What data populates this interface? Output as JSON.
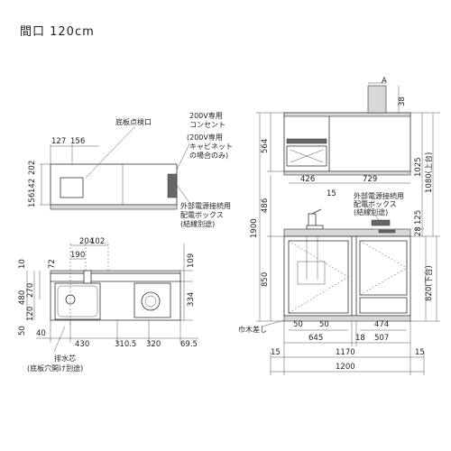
{
  "title": "間口 120cm",
  "notes": {
    "bottom_inspection": "底板点検口",
    "outlet_200v_1": "200V専用",
    "outlet_200v_2": "コンセント",
    "cabinet_200v_1": "(200V専用",
    "cabinet_200v_2": "キャビネット",
    "cabinet_200v_3": "の場合のみ)",
    "ext_box_1": "外部電源接続用",
    "ext_box_2": "配電ボックス",
    "ext_box_3": "(結線別途)",
    "drain_1": "排水芯",
    "drain_2": "(底板穴開け別途)",
    "toe_kick": "巾木差し"
  },
  "top_view": {
    "d_127": "127",
    "d_156": "156",
    "d_202": "202",
    "d_142": "142",
    "d_156b": "156"
  },
  "plan_view": {
    "d_204": "204",
    "d_102": "102",
    "d_190": "190",
    "d_72": "72",
    "d_10": "10",
    "d_480": "480",
    "d_270": "270",
    "d_120": "120",
    "d_50": "50",
    "d_109": "109",
    "d_334": "334",
    "d_40": "40",
    "d_430": "430",
    "d_310_5": "310.5",
    "d_320": "320",
    "d_69_5": "69.5"
  },
  "front_view": {
    "d_a": "A",
    "d_38": "38",
    "d_564": "564",
    "d_426": "426",
    "d_729": "729",
    "d_15": "15",
    "d_486": "486",
    "d_1900": "1900",
    "d_850": "850",
    "d_1025": "1025",
    "d_1080": "1080(上台)",
    "d_125": "125",
    "d_28": "28",
    "d_820": "820(下台)",
    "d_50a": "50",
    "d_50b": "50",
    "d_474": "474",
    "d_645": "645",
    "d_18": "18",
    "d_507": "507",
    "d_15l": "15",
    "d_1170": "1170",
    "d_15r": "15",
    "d_1200": "1200"
  }
}
